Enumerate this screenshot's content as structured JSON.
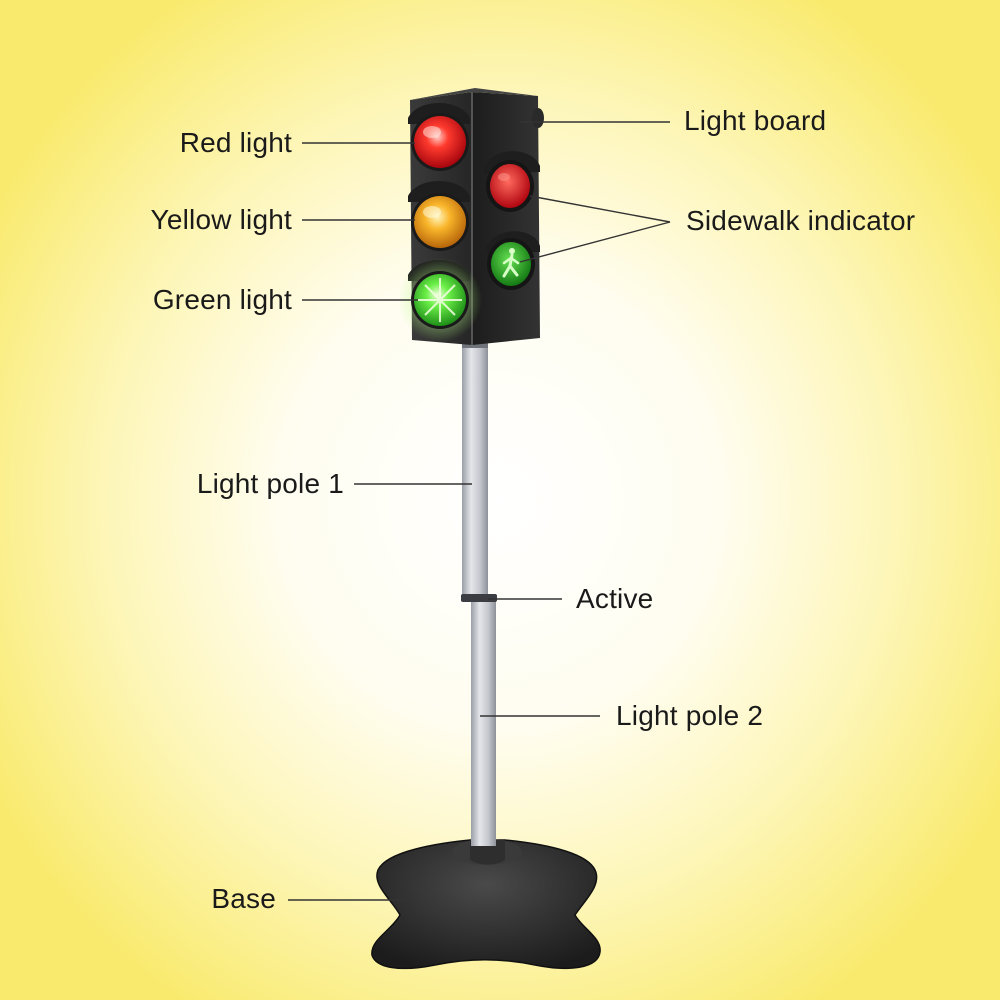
{
  "labels": {
    "red_light": "Red light",
    "yellow_light": "Yellow light",
    "green_light": "Green light",
    "light_board": "Light board",
    "sidewalk_indicator": "Sidewalk indicator",
    "light_pole_1": "Light pole 1",
    "active": "Active",
    "light_pole_2": "Light pole 2",
    "base": "Base"
  },
  "colors": {
    "red": "#e8121c",
    "yellow": "#f4a41c",
    "green": "#43d62c",
    "housing": "#2b2b2b",
    "pole": "#c9ccd2",
    "base": "#2a2a2a",
    "leader_line": "#333333"
  }
}
